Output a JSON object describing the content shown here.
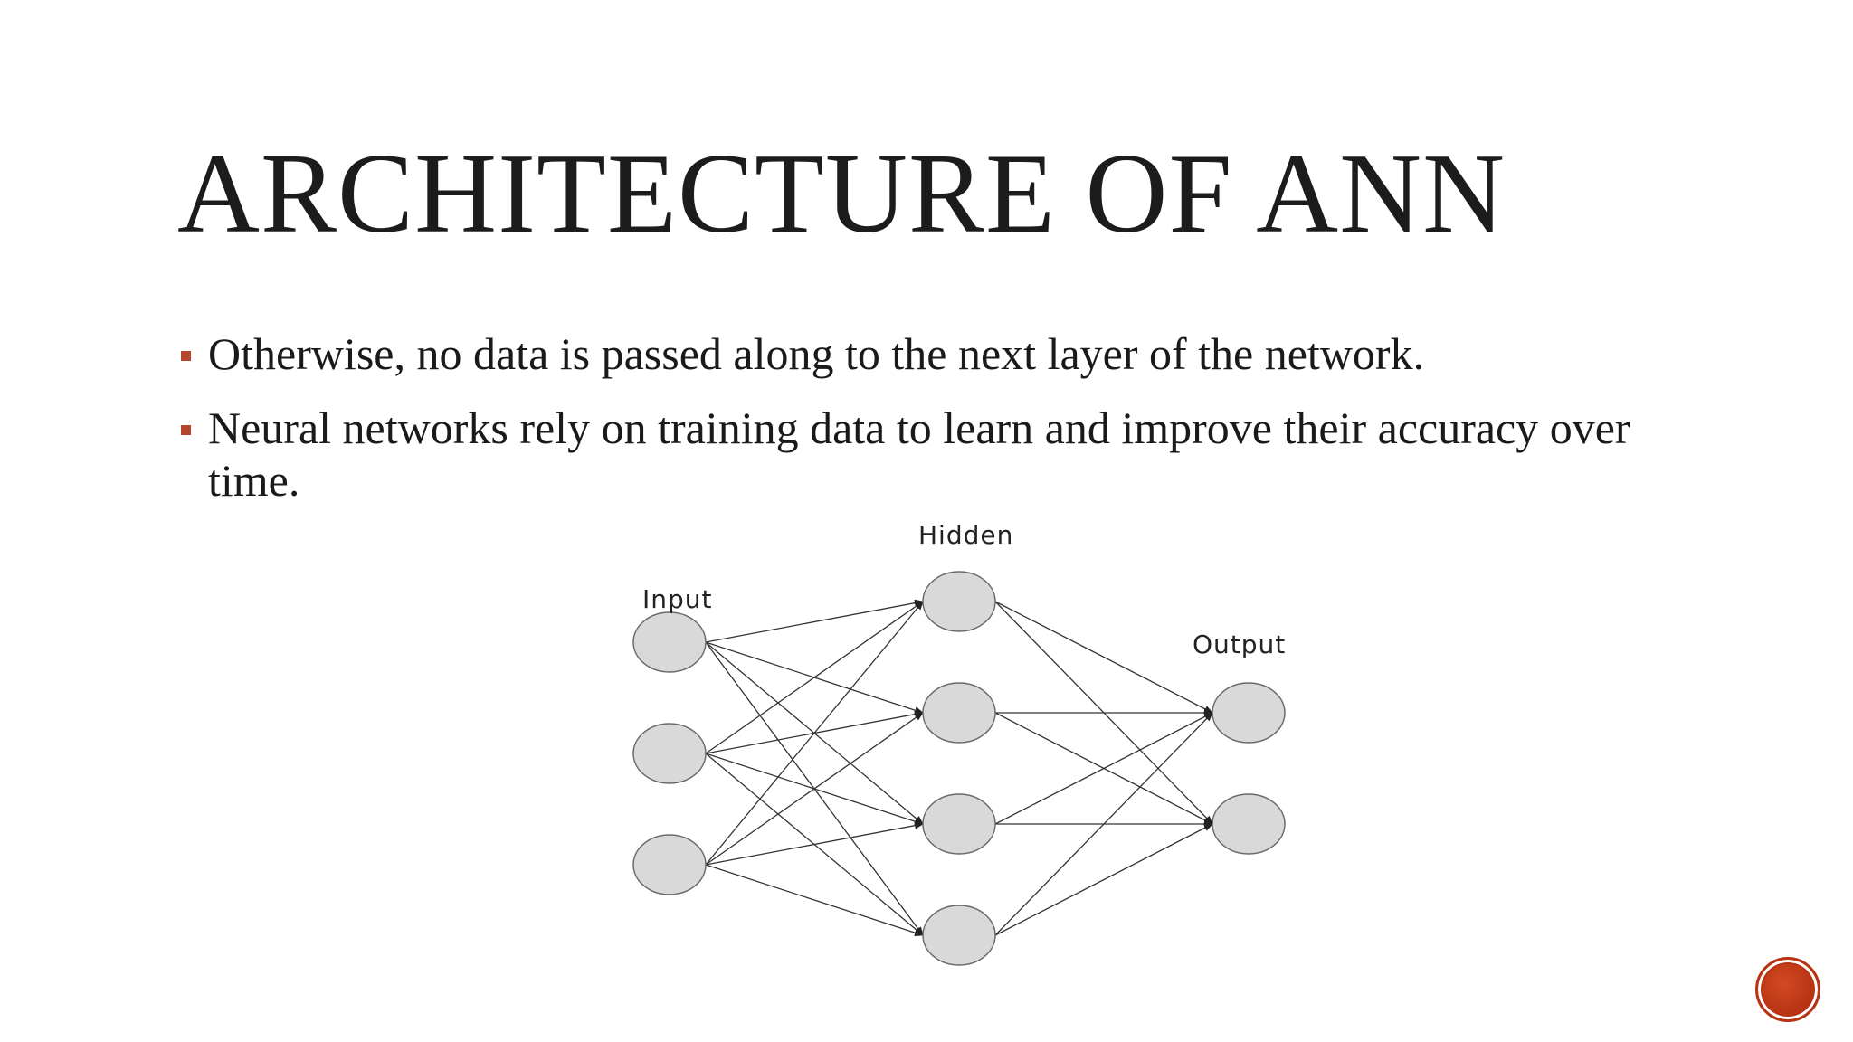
{
  "slide": {
    "title": "ARCHITECTURE OF ANN",
    "bullets": [
      "Otherwise, no data is passed along to the next layer of the network.",
      "Neural networks rely on training data to learn and improve their accuracy over time."
    ]
  },
  "diagram": {
    "layers": [
      {
        "label": "Input",
        "nodes": 3
      },
      {
        "label": "Hidden",
        "nodes": 4
      },
      {
        "label": "Output",
        "nodes": 2
      }
    ],
    "node_fill": "#d9d9d9",
    "node_stroke": "#6a6a6a",
    "edge_color": "#333333"
  },
  "colors": {
    "accent": "#b5452b",
    "nav_button": "#b93414"
  }
}
